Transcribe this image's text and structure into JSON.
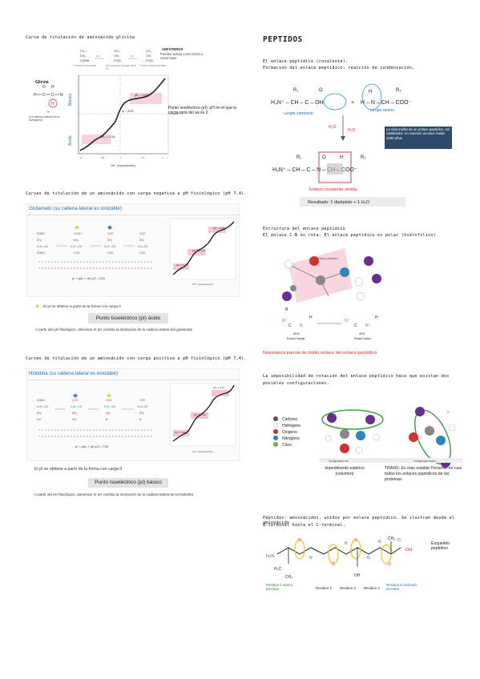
{
  "left": {
    "s1_title": "Curva de titulación de aminoácido glicina",
    "s1": {
      "glicina": "Glicina",
      "caption": "(La cadena lateral es un hidrógeno)",
      "anfoteros_title": "ANFÓTEROS",
      "anfoteros_text": "Pueden actuar como ácido o como base",
      "form_protonada": "Forma protonada",
      "carga_plus": "carga +",
      "sin_carga": "No cargado (carga neta 0)",
      "form_desprotonada": "Forma desprotonada",
      "carga_minus": "carga −",
      "basico": "Básico",
      "acido": "Ácido",
      "pk1": "pK₁ = 2.34",
      "pk2": "pK₂ = 9.60",
      "pi": "pI = 5.97",
      "pi_note": "Punto Isoeléctrico (pI): pH en el que la carga neta del aa es 0",
      "x_label": "OH⁻ (equivalentes)"
    },
    "s2_title": "Curvas de titulación de un aminoácido con carga negativa a pH fisiológico (pH 7,4).",
    "s2": {
      "header": "Glutamato (su cadena lateral es ionizable)",
      "formula": "pI = (pK₁ + pK₂)/2 = 3,22",
      "pk1": "pK₁ = 2,19",
      "pk_r": "pK_R = 4,25",
      "pk2": "pK₂ = 9,67",
      "star_note": "El pI se obtiene a partir de la forma con carga 0",
      "pill": "Punto Isoeléctrico (pI) ácido",
      "footer": "A partir del pH fisiológico, disminuir el pH cambia la ionización de la cadena lateral del glutamato",
      "x_label": "OH⁻ (equivalentes)"
    },
    "s3_title": "Curvas de titulación de un aminoácido con carga positiva a pH fisiológico (pH 7,4).",
    "s3": {
      "header": "Histidina (su cadena lateral es ionizable)",
      "formula": "pI = (pK₁ + pK₂)/2 = 7,59",
      "pk1": "pK₁ = 1,82",
      "pk_r": "pK_R = 6,0",
      "pk2": "pK₂ = 9,17",
      "pi_note": "El pI se obtiene a partir de la forma con carga 0",
      "pill": "Punto Isoeléctrico (pI) básico",
      "footer": "A partir del pH fisiológico, aumentar el pH cambia la ionización de la cadena lateral de la histidina",
      "x_label": "OH⁻ (equivalentes)"
    }
  },
  "right": {
    "title": "PEPTIDOS",
    "s1_line1": "El enlace peptídico (covalente).",
    "s1_line2": "Formación del enlace peptídico: reacción de condensación.",
    "grupo_carboxilo": "Grupo carboxilo",
    "grupo_amino": "Grupo amino",
    "note_box": "La vida media de un enlace peptídico, sin catalizador, en solución acuosa: hasta 1000 años",
    "enlace_label": "Enlace covalente amida",
    "resultado": "Resultado: 1 dipéptido + 1 H₂O",
    "s2_line1": "Estructura del enlace peptídico",
    "s2_line2": "El enlace C-N no rota. El enlace peptídico es polar (hidrofílico)",
    "plano_label": "Enlace peptídico",
    "pct1": "60%",
    "pct2": "40%",
    "simple": "Enlace simple",
    "doble": "Enlace doble",
    "naturaleza": "Naturaleza parcial de doble enlace del enlace peptídico",
    "s3_line1": "La imposibilidad de rotación del enlace peptídico hace que existan dos",
    "s3_line2": "posibles configuraciones.",
    "legend": [
      "Carbono",
      "Hidrógeno",
      "Oxígeno",
      "Nitrógeno",
      "Cloro"
    ],
    "legend_colors": [
      "#555555",
      "#ffffff",
      "#c0392b",
      "#2e86c1",
      "#7cb342"
    ],
    "config_cis": "Configuración cis",
    "config_trans": "Configuración trans",
    "impedimento": "Impedimento estérico (volumen)",
    "trans_note": "TRANS: Es más estable Presente en casi todos los enlaces peptídicos de las proteínas",
    "s4_line1": "Péptidos: aminoácidos, unidos por enlace peptídico. Se ilustran desde el aminoácido",
    "s4_line2": "N-terminal hasta el C-terminal.",
    "esqueleto": "Esqueleto peptídico",
    "res1": "Residuo 1 amino terminal",
    "res2": "Residuo 2",
    "res3": "Residuo 3",
    "res4": "Residuo 4",
    "res5": "Residuo 5 carboxilo terminal"
  }
}
